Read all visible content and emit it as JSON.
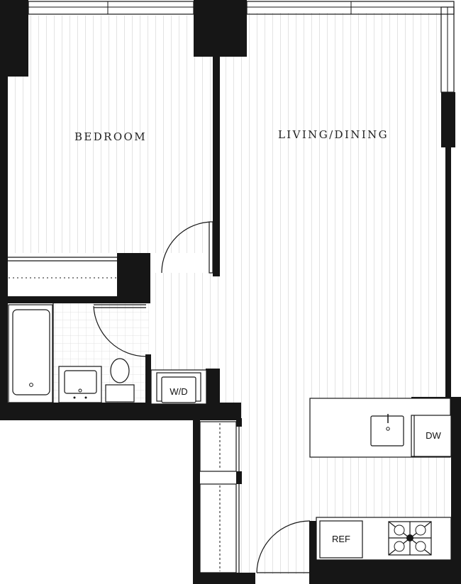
{
  "rooms": {
    "bedroom": "BEDROOM",
    "living_dining": "LIVING/DINING"
  },
  "fixtures": {
    "washer_dryer": "W/D",
    "dishwasher": "DW",
    "refrigerator": "REF"
  },
  "colors": {
    "wall": "#161616",
    "floor_lines": "#e3e3e3",
    "background": "#ffffff"
  }
}
